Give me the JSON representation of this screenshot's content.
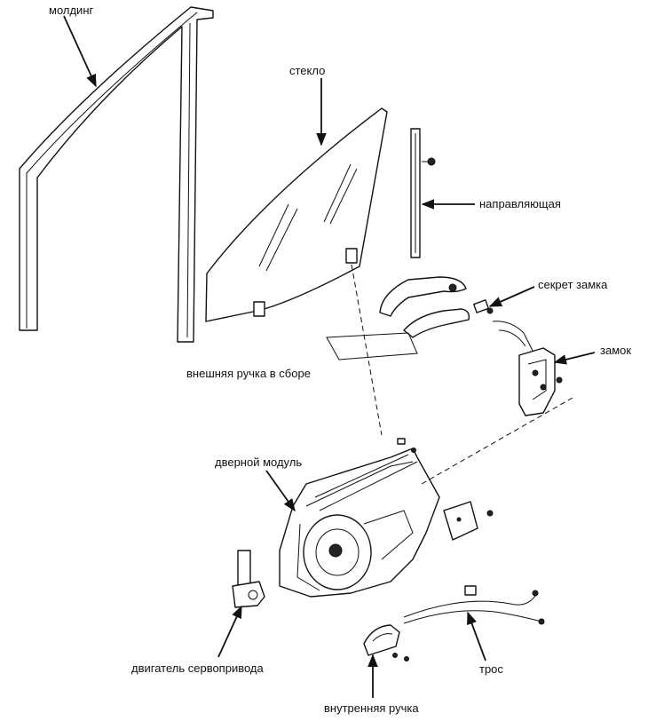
{
  "diagram": {
    "labels": {
      "molding": "молдинг",
      "glass": "стекло",
      "guide": "направляющая",
      "lock_cylinder": "секрет замка",
      "lock": "замок",
      "outer_handle": "внешняя ручка в сборе",
      "door_module": "дверной модуль",
      "motor": "двигатель сервопривода",
      "cable": "трос",
      "inner_handle": "внутренняя ручка"
    },
    "line_color": "#111111",
    "background_color": "#ffffff"
  }
}
